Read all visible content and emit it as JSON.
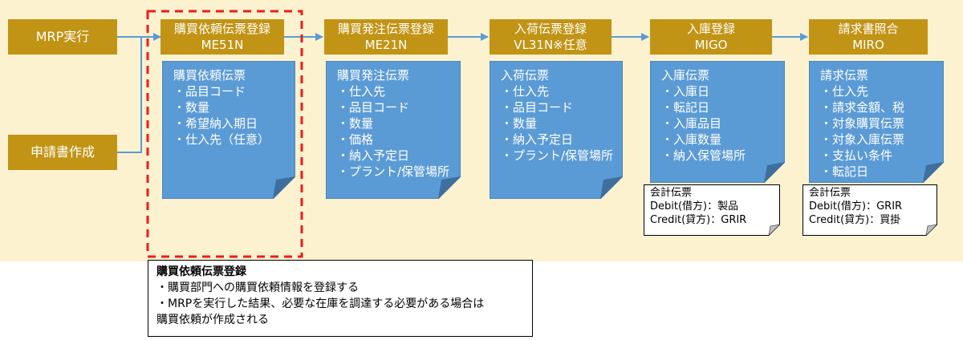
{
  "colors": {
    "stage_fill": "#c19415",
    "doc_fill": "#5b9bd5",
    "band": "#fdf2d0",
    "highlight": "#ee1c1c",
    "arrow": "#5b9bd5"
  },
  "inputs": {
    "mrp": "MRP実行",
    "request": "申請書作成"
  },
  "stages": [
    {
      "name": "購買依頼伝票登録",
      "code": "ME51N"
    },
    {
      "name": "購買発注伝票登録",
      "code": "ME21N"
    },
    {
      "name": "入荷伝票登録",
      "code": "VL31N※任意"
    },
    {
      "name": "入庫登録",
      "code": "MIGO"
    },
    {
      "name": "請求書照合",
      "code": "MIRO"
    }
  ],
  "docs": [
    {
      "title": "購買依頼伝票",
      "items": [
        "・品目コード",
        "・数量",
        "・希望納入期日",
        "・仕入先（任意）"
      ]
    },
    {
      "title": "購買発注伝票",
      "items": [
        "・仕入先",
        "・品目コード",
        "・数量",
        "・価格",
        "・納入予定日",
        "・プラント/保管場所"
      ]
    },
    {
      "title": "入荷伝票",
      "items": [
        "・仕入先",
        "・品目コード",
        "・数量",
        "・納入予定日",
        "・プラント/保管場所"
      ]
    },
    {
      "title": "入庫伝票",
      "items": [
        "・入庫日",
        "・転記日",
        "・入庫品目",
        "・入庫数量",
        "・納入保管場所"
      ]
    },
    {
      "title": "請求伝票",
      "items": [
        "・仕入先",
        "・請求金額、税",
        "・対象購買伝票",
        "・対象入庫伝票",
        "・支払い条件",
        "・転記日"
      ]
    }
  ],
  "accounting": [
    {
      "title": "会計伝票",
      "debit": "Debit(借方)：製品",
      "credit": "Credit(貸方)：GRIR"
    },
    {
      "title": "会計伝票",
      "debit": "Debit(借方)：GRIR",
      "credit": "Credit(貸方)：買掛"
    }
  ],
  "note": {
    "title": "購買依頼伝票登録",
    "lines": [
      "・購買部門への購買依頼情報を登録する",
      "・MRPを実行した結果、必要な在庫を調達する必要がある場合は",
      "購買依頼が作成される"
    ]
  }
}
